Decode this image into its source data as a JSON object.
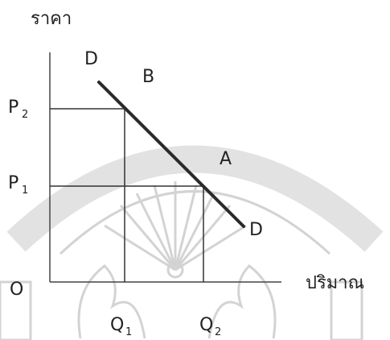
{
  "labels": {
    "y_axis": "ราคา",
    "x_axis": "ปริมาณ",
    "origin": "O",
    "curve_start": "D",
    "curve_end": "D",
    "point_b": "B",
    "point_a": "A",
    "p2": {
      "base": "P",
      "sub": "2"
    },
    "p1": {
      "base": "P",
      "sub": "1"
    },
    "q1": {
      "base": "Q",
      "sub": "1"
    },
    "q2": {
      "base": "Q",
      "sub": "2"
    }
  },
  "colors": {
    "axis": "#444444",
    "curve": "#2a2a2a",
    "guide": "#333333",
    "watermark": "#cfcfcf"
  }
}
